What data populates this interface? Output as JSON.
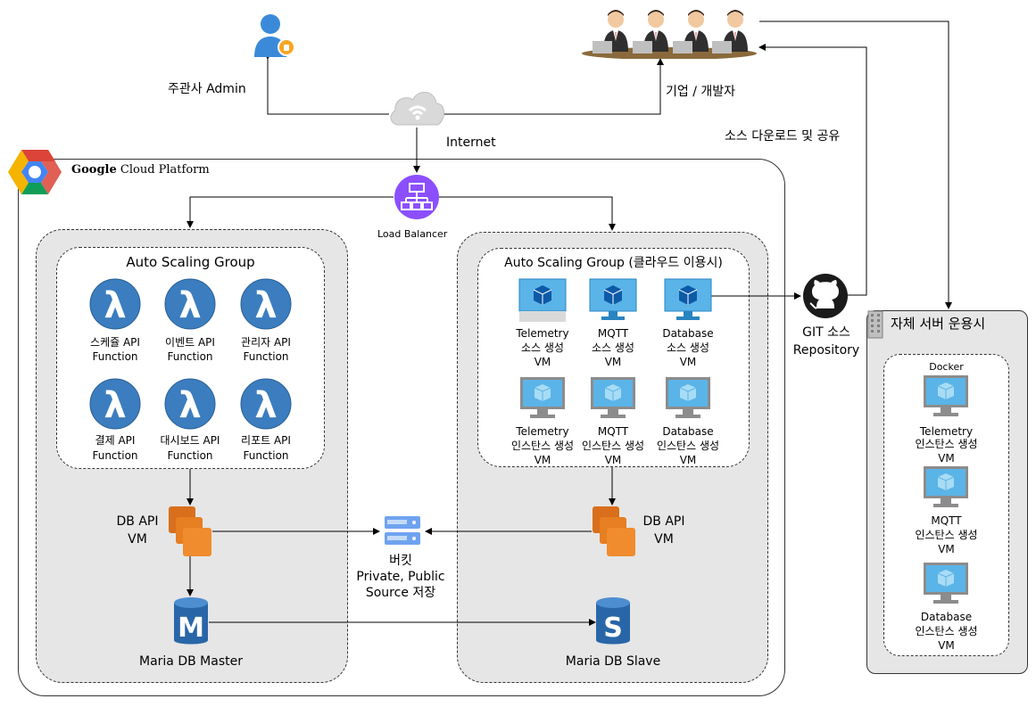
{
  "internet_label": "Internet",
  "admin_label": "주관사 Admin",
  "developers_label": "기업 / 개발자",
  "source_share_label": "소스 다운로드 및 공유",
  "gcp": {
    "brand": "Google",
    "product": "Cloud Platform"
  },
  "load_balancer_label": "Load Balancer",
  "left_asg": {
    "title": "Auto Scaling Group",
    "functions": [
      {
        "line1": "스케쥴 API",
        "line2": "Function"
      },
      {
        "line1": "이벤트 API",
        "line2": "Function"
      },
      {
        "line1": "관리자 API",
        "line2": "Function"
      },
      {
        "line1": "결제 API",
        "line2": "Function"
      },
      {
        "line1": "대시보드 API",
        "line2": "Function"
      },
      {
        "line1": "리포트 API",
        "line2": "Function"
      }
    ],
    "db_api": {
      "line1": "DB API",
      "line2": "VM"
    },
    "master": "Maria DB Master"
  },
  "right_asg": {
    "title": "Auto Scaling Group (클라우드 이용시)",
    "source_vms": [
      {
        "line1": "Telemetry",
        "line2": "소스 생성",
        "line3": "VM"
      },
      {
        "line1": "MQTT",
        "line2": "소스 생성",
        "line3": "VM"
      },
      {
        "line1": "Database",
        "line2": "소스 생성",
        "line3": "VM"
      }
    ],
    "instance_vms": [
      {
        "line1": "Telemetry",
        "line2": "인스탄스 생성",
        "line3": "VM"
      },
      {
        "line1": "MQTT",
        "line2": "인스탄스 생성",
        "line3": "VM"
      },
      {
        "line1": "Database",
        "line2": "인스탄스 생성",
        "line3": "VM"
      }
    ],
    "db_api": {
      "line1": "DB API",
      "line2": "VM"
    },
    "slave": "Maria DB Slave"
  },
  "bucket": {
    "line1": "버킷",
    "line2": "Private, Public",
    "line3": "Source 저장"
  },
  "git": {
    "line1": "GIT 소스",
    "line2": "Repository"
  },
  "self_server": {
    "title": "자체 서버 운용시",
    "docker_label": "Docker",
    "vms": [
      {
        "line1": "Telemetry",
        "line2": "인스탄스 생성",
        "line3": "VM"
      },
      {
        "line1": "MQTT",
        "line2": "인스탄스 생성",
        "line3": "VM"
      },
      {
        "line1": "Database",
        "line2": "인스탄스 생성",
        "line3": "VM"
      }
    ]
  },
  "icons": {
    "admin": "admin-user-icon",
    "cloud": "cloud-wifi-icon",
    "lb": "load-balancer-icon",
    "lambda": "lambda-icon",
    "vm": "monitor-cube-icon",
    "db_api": "ec2-instances-icon",
    "db": "database-cylinder-icon",
    "bucket": "storage-bucket-icon",
    "git": "github-icon",
    "server": "server-building-icon"
  },
  "colors": {
    "lambda": "#3b7dbf",
    "vm_screen": "#5ab4e8",
    "orange": "#f08c2e",
    "db": "#2866a8",
    "gcp_red": "#db4437",
    "gcp_yellow": "#f4b400",
    "gcp_blue": "#4285f4",
    "gcp_green": "#0f9d58"
  }
}
